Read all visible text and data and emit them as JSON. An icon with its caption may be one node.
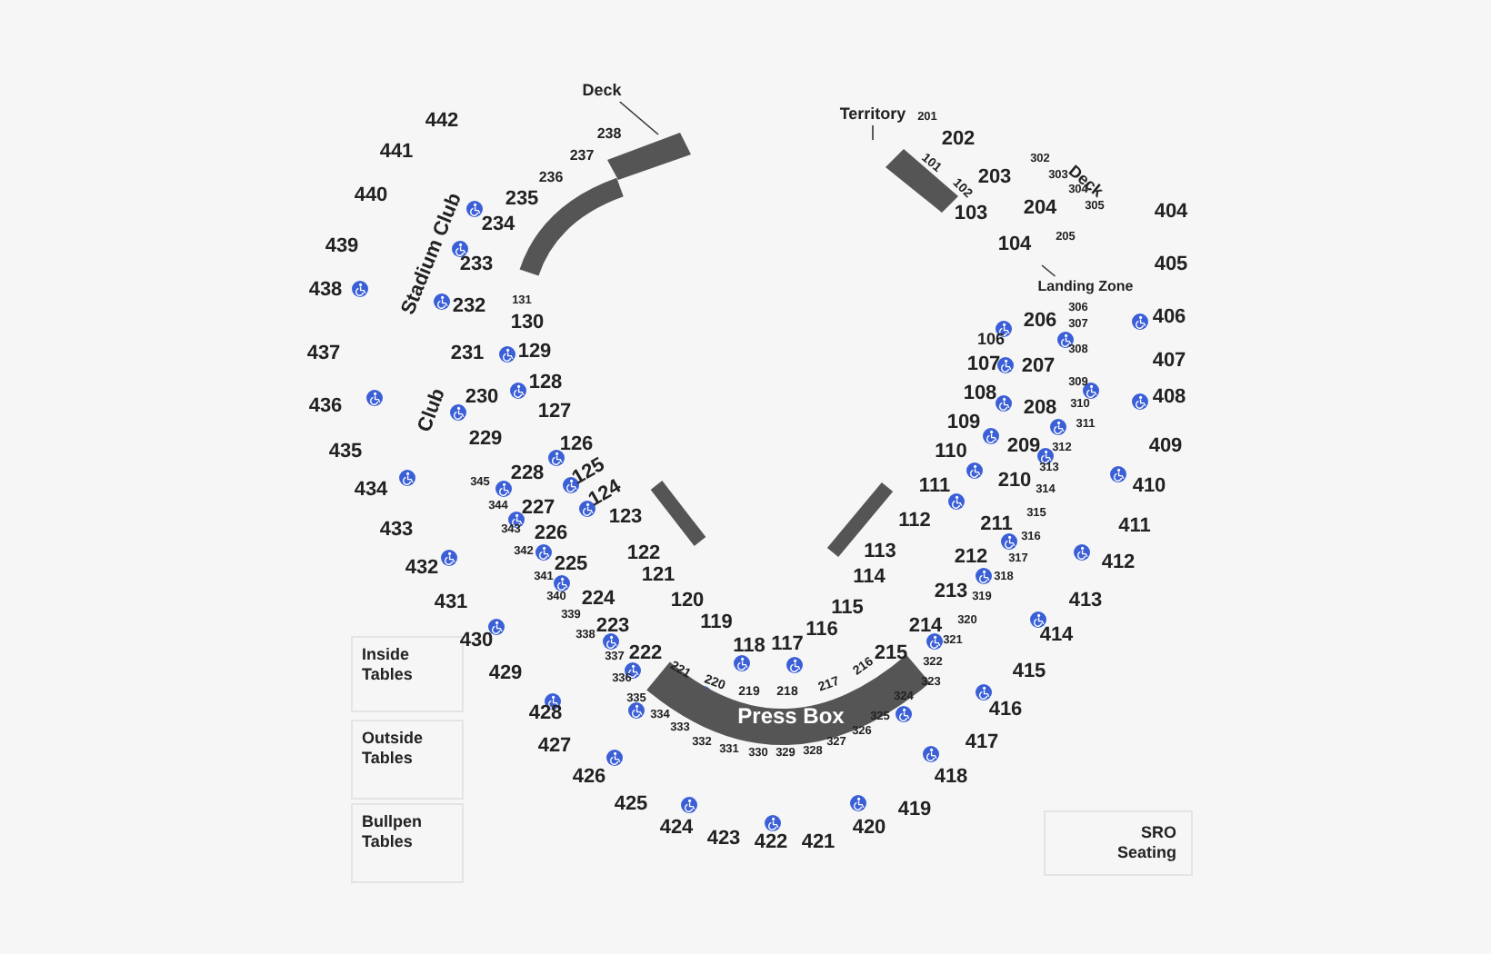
{
  "diagram": {
    "nodes": [
      {
        "text": [
          "Deck"
        ]
      },
      {
        "text": [
          "Territory"
        ]
      },
      {
        "text": [
          "Landing Zone"
        ]
      },
      {
        "text": [
          "Press Box"
        ]
      },
      {
        "text": [
          "Inside Tables"
        ]
      },
      {
        "text": [
          "Outside Tables"
        ]
      },
      {
        "text": [
          "Bullpen Tables"
        ]
      },
      {
        "text": [
          "SRO Seating"
        ]
      }
    ],
    "edges": [
      {
        "from": 0,
        "to": null,
        "arrow": "none"
      },
      {
        "from": 1,
        "to": null,
        "arrow": "none"
      },
      {
        "from": 2,
        "to": null,
        "arrow": "none"
      }
    ],
    "labels": [
      "Stadium Club",
      "Club",
      "Deck",
      "442",
      "441",
      "440",
      "439",
      "438",
      "437",
      "436",
      "435",
      "434",
      "433",
      "432",
      "431",
      "430",
      "429",
      "428",
      "427",
      "426",
      "425",
      "424",
      "423",
      "422",
      "421",
      "420",
      "419",
      "418",
      "417",
      "416",
      "415",
      "414",
      "413",
      "412",
      "411",
      "410",
      "409",
      "408",
      "407",
      "406",
      "405",
      "404",
      "238",
      "237",
      "236",
      "235",
      "234",
      "233",
      "232",
      "231",
      "230",
      "229",
      "228",
      "227",
      "226",
      "225",
      "224",
      "223",
      "222",
      "221",
      "220",
      "219",
      "218",
      "217",
      "216",
      "215",
      "214",
      "213",
      "212",
      "211",
      "210",
      "209",
      "208",
      "207",
      "206",
      "205",
      "204",
      "203",
      "202",
      "201",
      "131",
      "130",
      "129",
      "128",
      "127",
      "126",
      "125",
      "124",
      "123",
      "122",
      "121",
      "120",
      "119",
      "118",
      "117",
      "116",
      "115",
      "114",
      "113",
      "112",
      "111",
      "110",
      "109",
      "108",
      "107",
      "106",
      "104",
      "103",
      "102",
      "101",
      "302",
      "303",
      "304",
      "305",
      "306",
      "307",
      "308",
      "309",
      "310",
      "311",
      "312",
      "313",
      "314",
      "315",
      "316",
      "317",
      "318",
      "319",
      "320",
      "321",
      "322",
      "323",
      "324",
      "325",
      "326",
      "327",
      "328",
      "329",
      "330",
      "331",
      "332",
      "333",
      "334",
      "335",
      "336",
      "337",
      "338",
      "339",
      "340",
      "341",
      "342",
      "343",
      "344",
      "345"
    ]
  }
}
